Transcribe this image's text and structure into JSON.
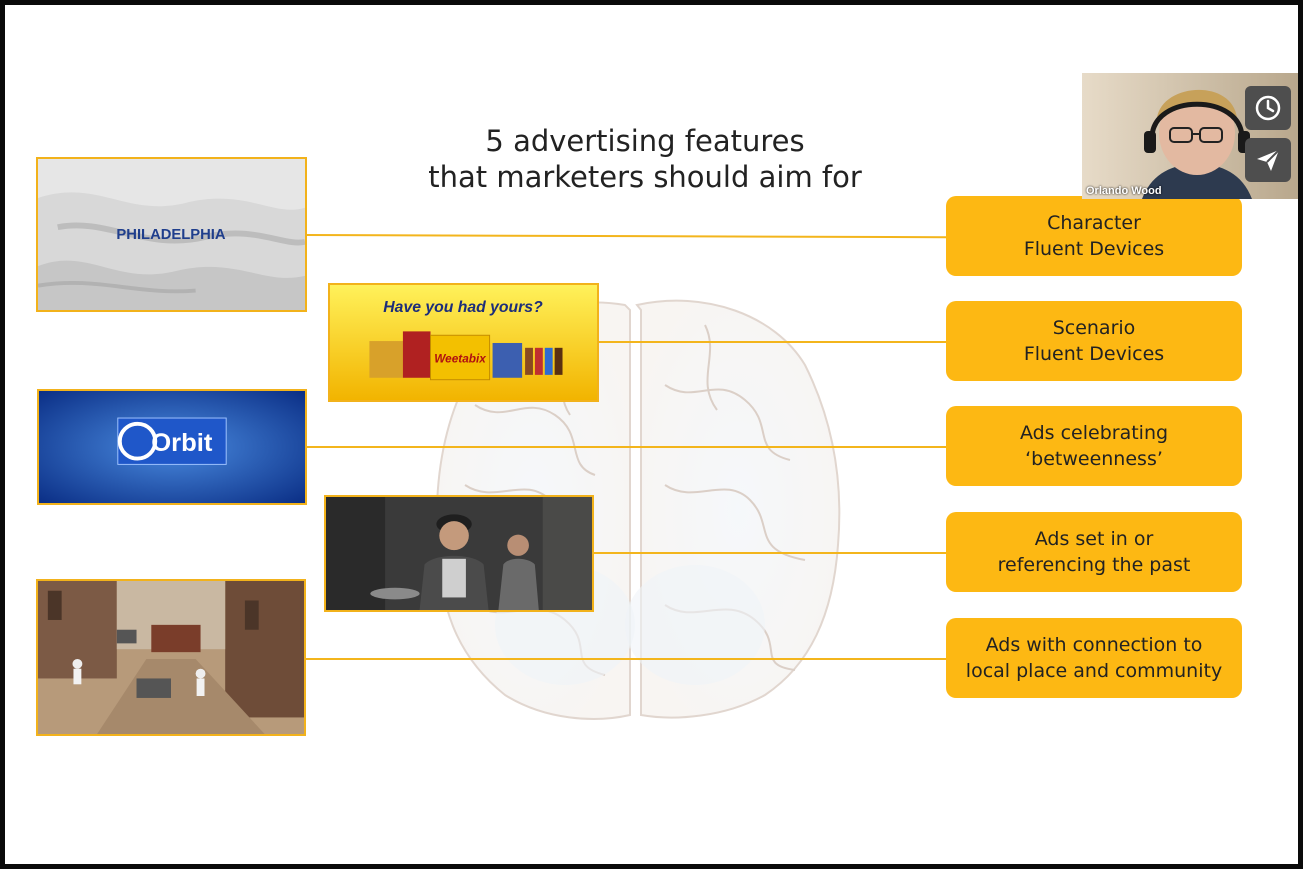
{
  "slide": {
    "title_line1": "5 advertising features",
    "title_line2": "that marketers should aim for"
  },
  "features": [
    {
      "line1": "Character",
      "line2": "Fluent Devices"
    },
    {
      "line1": "Scenario",
      "line2": "Fluent Devices"
    },
    {
      "line1": "Ads celebrating",
      "line2": "‘betweenness’"
    },
    {
      "line1": "Ads set in or",
      "line2": "referencing the past"
    },
    {
      "line1": "Ads with connection to",
      "line2": "local place and community"
    }
  ],
  "thumbnails": {
    "philadelphia": {
      "brand": "PHILADELPHIA"
    },
    "weetabix": {
      "headline": "Have you had yours?",
      "brand": "Weetabix"
    },
    "orbit": {
      "brand": "Orbit"
    }
  },
  "video_call": {
    "participant_name": "Orlando Wood",
    "icons": [
      "clock-icon",
      "send-icon"
    ]
  },
  "colors": {
    "accent": "#fdb813",
    "connector": "#f3b51c",
    "text": "#222222"
  }
}
